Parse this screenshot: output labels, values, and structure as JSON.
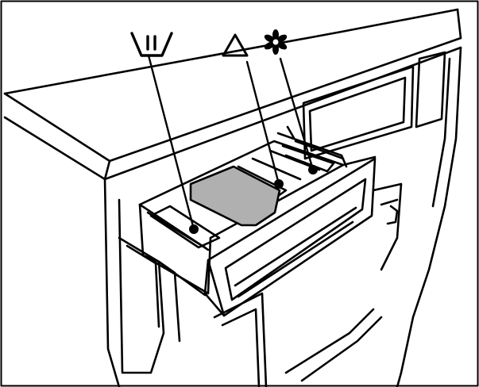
{
  "diagram": {
    "subject": "washing-machine-detergent-drawer",
    "compartments": [
      {
        "id": "main-wash",
        "icon": "main-wash-tub-icon",
        "symbol": "\\II/"
      },
      {
        "id": "bleach",
        "icon": "triangle-icon",
        "symbol": "△"
      },
      {
        "id": "softener",
        "icon": "asterisk-flower-icon",
        "symbol": "✽"
      }
    ],
    "colors": {
      "line": "#000000",
      "background": "#ffffff",
      "highlight_fill": "#b0b0b0"
    }
  }
}
